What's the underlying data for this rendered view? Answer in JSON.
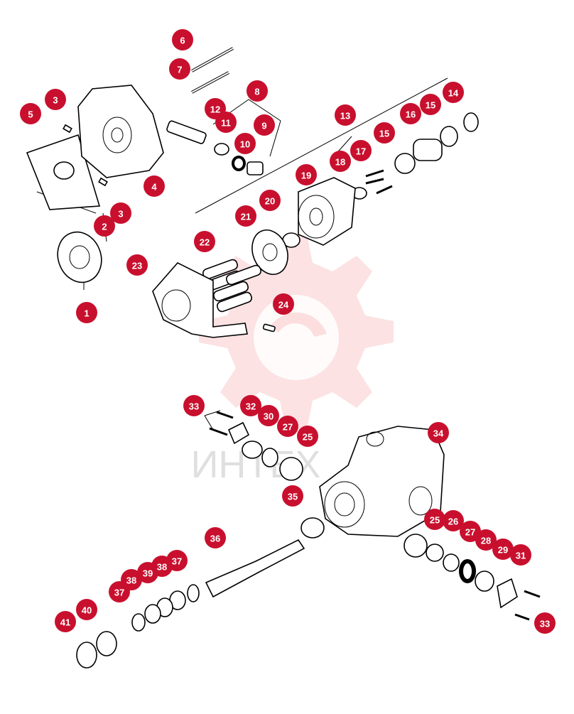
{
  "diagram": {
    "type": "exploded-parts-diagram",
    "watermark_text": "ИНТЕХ",
    "callout_color": "#c8102e",
    "callouts": [
      {
        "id": "c1",
        "label": "1"
      },
      {
        "id": "c2",
        "label": "2"
      },
      {
        "id": "c3a",
        "label": "3"
      },
      {
        "id": "c3b",
        "label": "3"
      },
      {
        "id": "c4",
        "label": "4"
      },
      {
        "id": "c5",
        "label": "5"
      },
      {
        "id": "c6",
        "label": "6"
      },
      {
        "id": "c7",
        "label": "7"
      },
      {
        "id": "c8",
        "label": "8"
      },
      {
        "id": "c9",
        "label": "9"
      },
      {
        "id": "c10",
        "label": "10"
      },
      {
        "id": "c11",
        "label": "11"
      },
      {
        "id": "c12",
        "label": "12"
      },
      {
        "id": "c13",
        "label": "13"
      },
      {
        "id": "c14",
        "label": "14"
      },
      {
        "id": "c15a",
        "label": "15"
      },
      {
        "id": "c15b",
        "label": "15"
      },
      {
        "id": "c16",
        "label": "16"
      },
      {
        "id": "c17",
        "label": "17"
      },
      {
        "id": "c18",
        "label": "18"
      },
      {
        "id": "c19",
        "label": "19"
      },
      {
        "id": "c20",
        "label": "20"
      },
      {
        "id": "c21",
        "label": "21"
      },
      {
        "id": "c22",
        "label": "22"
      },
      {
        "id": "c23",
        "label": "23"
      },
      {
        "id": "c24",
        "label": "24"
      },
      {
        "id": "c33a",
        "label": "33"
      },
      {
        "id": "c32",
        "label": "32"
      },
      {
        "id": "c30",
        "label": "30"
      },
      {
        "id": "c27a",
        "label": "27"
      },
      {
        "id": "c25a",
        "label": "25"
      },
      {
        "id": "c34",
        "label": "34"
      },
      {
        "id": "c35",
        "label": "35"
      },
      {
        "id": "c36",
        "label": "36"
      },
      {
        "id": "c25b",
        "label": "25"
      },
      {
        "id": "c26",
        "label": "26"
      },
      {
        "id": "c27b",
        "label": "27"
      },
      {
        "id": "c28",
        "label": "28"
      },
      {
        "id": "c29",
        "label": "29"
      },
      {
        "id": "c31",
        "label": "31"
      },
      {
        "id": "c33b",
        "label": "33"
      },
      {
        "id": "c37a",
        "label": "37"
      },
      {
        "id": "c38a",
        "label": "38"
      },
      {
        "id": "c39",
        "label": "39"
      },
      {
        "id": "c38b",
        "label": "38"
      },
      {
        "id": "c37b",
        "label": "37"
      },
      {
        "id": "c40",
        "label": "40"
      },
      {
        "id": "c41",
        "label": "41"
      }
    ]
  }
}
